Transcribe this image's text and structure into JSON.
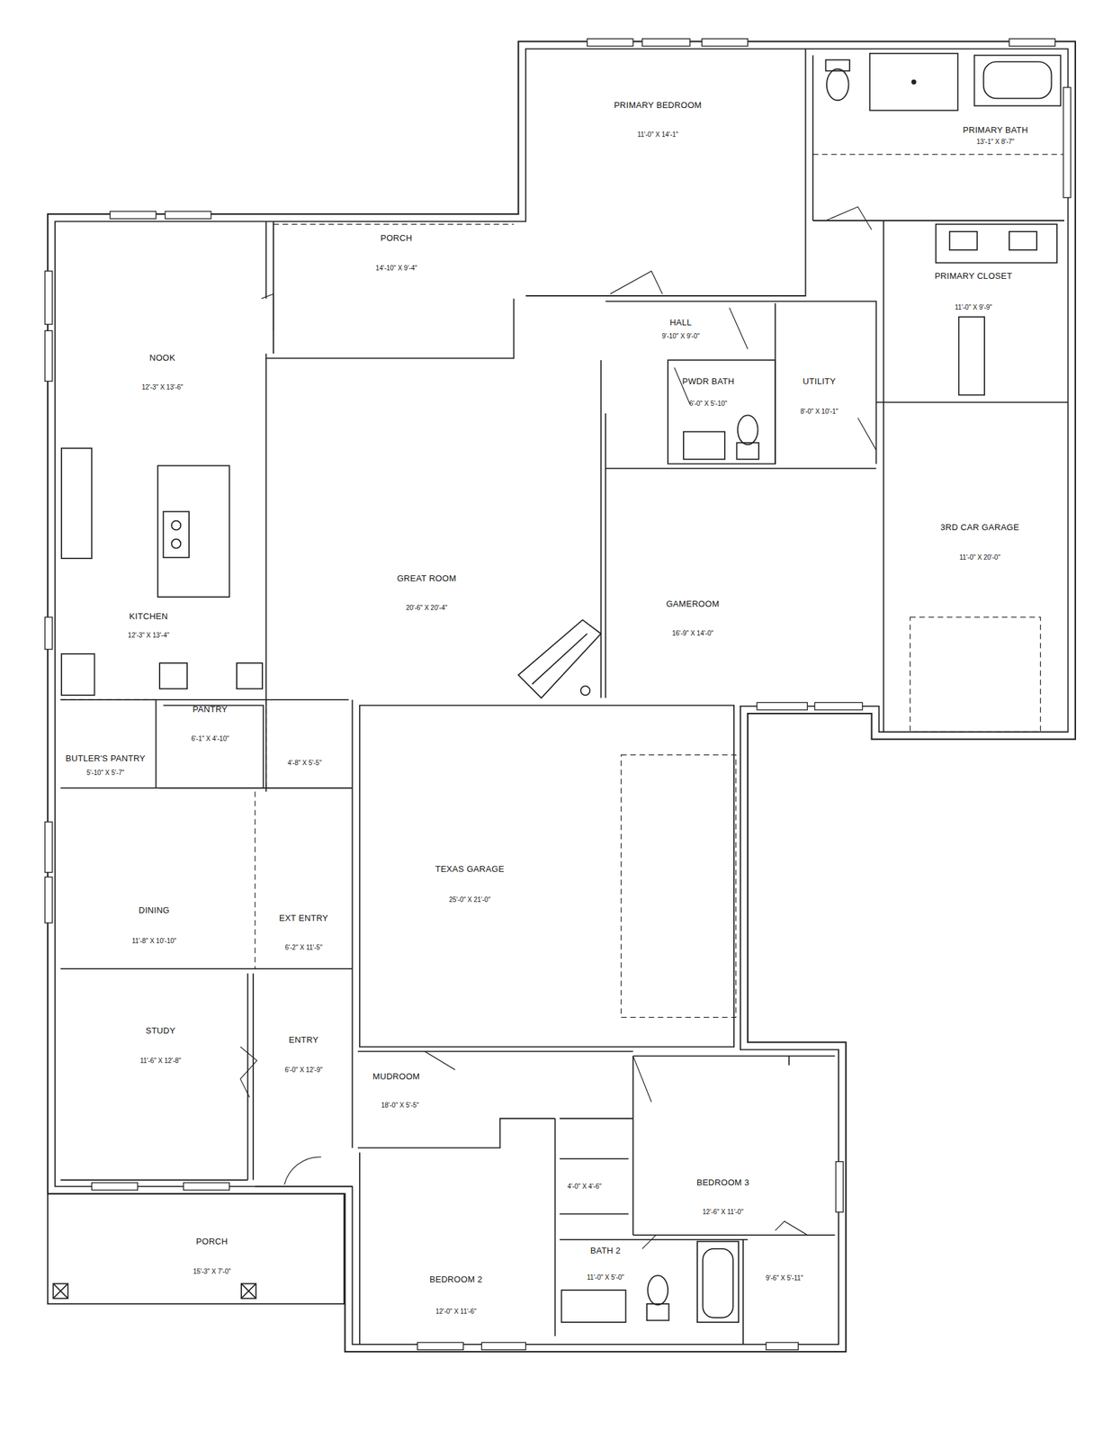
{
  "diagram": {
    "nodes": [
      {
        "text": [
          "PRIMARY BEDROOM",
          "11'-0\" X 14'-1\""
        ]
      },
      {
        "text": [
          "PRIMARY BATH",
          "13'-1\" X 8'-7\""
        ]
      },
      {
        "text": [
          "PORCH",
          "14'-10\" X 9'-4\""
        ]
      },
      {
        "text": [
          "PRIMARY CLOSET",
          "11'-0\" X 9'-9\""
        ]
      },
      {
        "text": [
          "HALL",
          "9'-10\" X 9'-0\""
        ]
      },
      {
        "text": [
          "NOOK",
          "12'-3\" X 13'-6\""
        ]
      },
      {
        "text": [
          "PWDR BATH",
          "6'-0\" X 5'-10\""
        ]
      },
      {
        "text": [
          "UTILITY",
          "8'-0\" X 10'-1\""
        ]
      },
      {
        "text": [
          "3RD CAR GARAGE",
          "11'-0\" X 20'-0\""
        ]
      },
      {
        "text": [
          "GREAT ROOM",
          "20'-6\" X 20'-4\""
        ]
      },
      {
        "text": [
          "GAMEROOM",
          "16'-9\" X 14'-0\""
        ]
      },
      {
        "text": [
          "KITCHEN",
          "12'-3\" X 13'-4\""
        ]
      },
      {
        "text": [
          "PANTRY",
          "6'-1\" X 4'-10\""
        ]
      },
      {
        "text": [
          "BUTLER'S PANTRY",
          "5'-10\" X 5'-7\""
        ]
      },
      {
        "text": [
          "TEXAS GARAGE",
          "25'-0\" X 21'-0\""
        ]
      },
      {
        "text": [
          "DINING",
          "11'-8\" X 10'-10\""
        ]
      },
      {
        "text": [
          "EXT ENTRY",
          "6'-2\" X 11'-5\""
        ]
      },
      {
        "text": [
          "STUDY",
          "11'-6\" X 12'-8\""
        ]
      },
      {
        "text": [
          "ENTRY",
          "6'-0\" X 12'-9\""
        ]
      },
      {
        "text": [
          "MUDROOM",
          "18'-0\" X 5'-5\""
        ]
      },
      {
        "text": [
          "BEDROOM 3",
          "12'-6\" X 11'-0\""
        ]
      },
      {
        "text": [
          "PORCH",
          "15'-3\" X 7'-0\""
        ]
      },
      {
        "text": [
          "BATH 2",
          "11'-0\" X 5'-0\""
        ]
      },
      {
        "text": [
          "BEDROOM 2",
          "12'-0\" X 11'-6\""
        ]
      }
    ],
    "labels": [
      "4'-8\" X 5'-5\"",
      "4'-0\" X 4'-6\"",
      "9'-6\" X 5'-11\""
    ]
  }
}
